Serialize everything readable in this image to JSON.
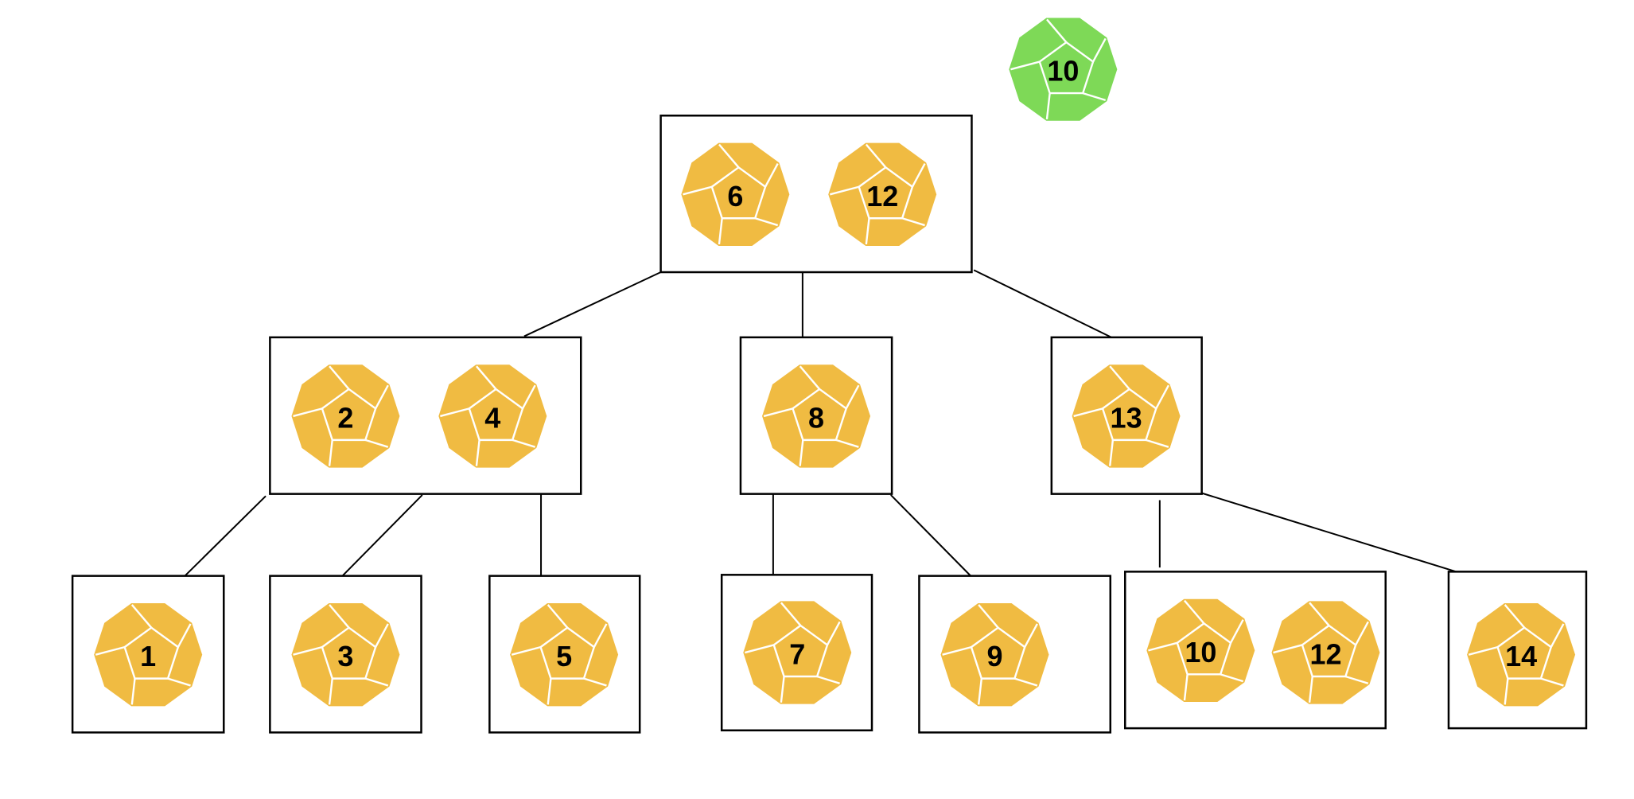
{
  "colors": {
    "key_die": "#F0BB42",
    "inserted_die": "#7ED957",
    "box_stroke": "#000000",
    "edge_stroke": "#000000"
  },
  "icon": "dodecahedron-die-icon",
  "floating_key": "10",
  "tree": {
    "root": {
      "keys": [
        "6",
        "12"
      ]
    },
    "level1": [
      {
        "keys": [
          "2",
          "4"
        ]
      },
      {
        "keys": [
          "8"
        ]
      },
      {
        "keys": [
          "13"
        ]
      }
    ],
    "leaves": [
      {
        "keys": [
          "1"
        ]
      },
      {
        "keys": [
          "3"
        ]
      },
      {
        "keys": [
          "5"
        ]
      },
      {
        "keys": [
          "7"
        ]
      },
      {
        "keys": [
          "9"
        ]
      },
      {
        "keys": [
          "10",
          "12"
        ]
      },
      {
        "keys": [
          "14"
        ]
      }
    ]
  }
}
